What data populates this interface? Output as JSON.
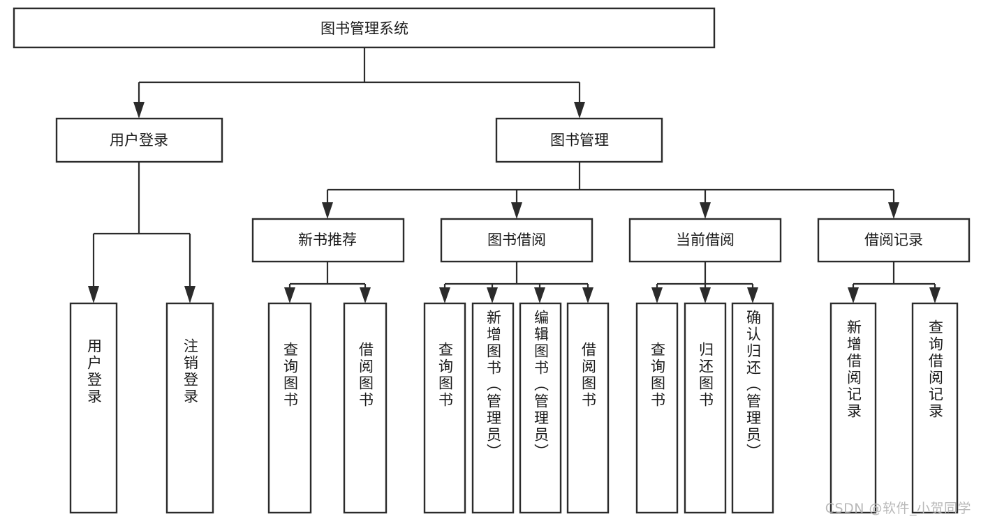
{
  "diagram": {
    "type": "tree",
    "title": "图书管理系统",
    "orientation": "top-down",
    "background_color": "#ffffff",
    "line_color": "#2b2b2b",
    "text_color": "#1a1a1a",
    "levels": 4
  },
  "root": {
    "label": "图书管理系统"
  },
  "level2": {
    "user_login": {
      "label": "用户登录"
    },
    "book_manage": {
      "label": "图书管理"
    }
  },
  "level3": {
    "new_book_rec": {
      "label": "新书推荐"
    },
    "book_borrow": {
      "label": "图书借阅"
    },
    "current_borrow": {
      "label": "当前借阅"
    },
    "borrow_record": {
      "label": "借阅记录"
    }
  },
  "leaves": {
    "login_group": [
      {
        "label": "用户登录"
      },
      {
        "label": "注销登录"
      }
    ],
    "new_book_rec_group": [
      {
        "label": "查询图书"
      },
      {
        "label": "借阅图书"
      }
    ],
    "book_borrow_group": [
      {
        "label": "查询图书"
      },
      {
        "label": "新增图书（管理员）"
      },
      {
        "label": "编辑图书（管理员）"
      },
      {
        "label": "借阅图书"
      }
    ],
    "current_borrow_group": [
      {
        "label": "查询图书"
      },
      {
        "label": "归还图书"
      },
      {
        "label": "确认归还（管理员）"
      }
    ],
    "borrow_record_group": [
      {
        "label": "新增借阅记录"
      },
      {
        "label": "查询借阅记录"
      }
    ]
  },
  "watermark": {
    "text": "CSDN @软件_小贺同学"
  }
}
